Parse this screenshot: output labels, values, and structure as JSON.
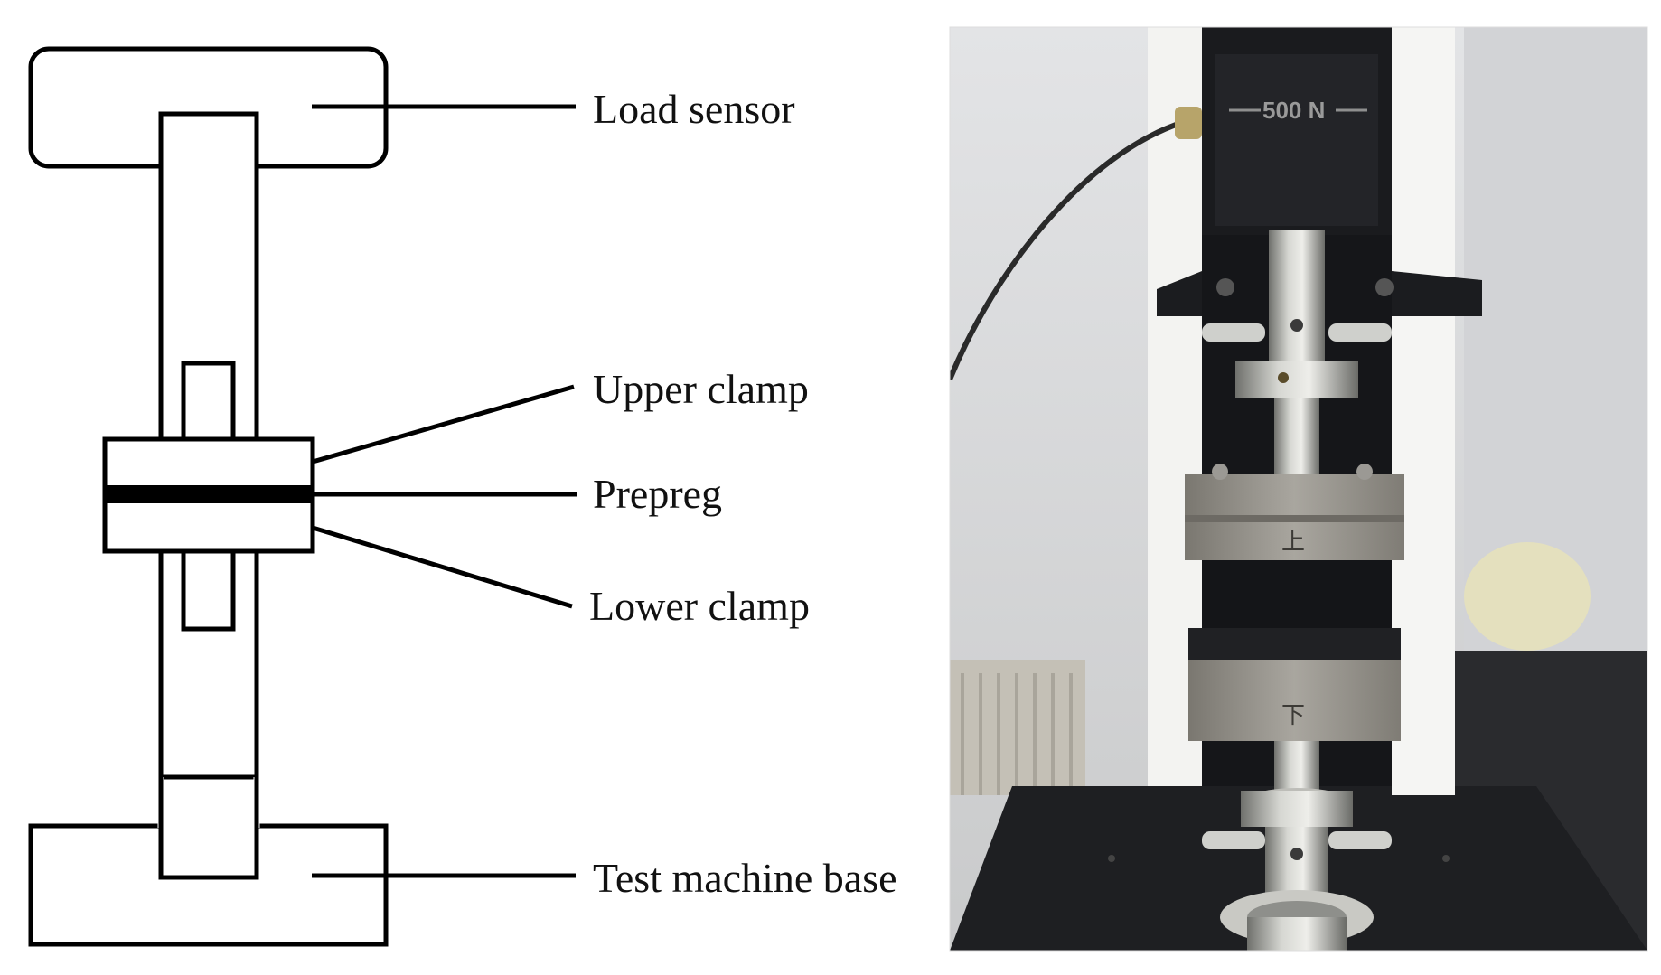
{
  "diagram": {
    "labels": {
      "load_sensor": "Load sensor",
      "upper_clamp": "Upper clamp",
      "prepreg": "Prepreg",
      "lower_clamp": "Lower clamp",
      "test_machine_base": "Test machine base"
    },
    "line_color": "#000000"
  },
  "photo": {
    "load_cell_marking": "500 N",
    "upper_clamp_mark": "上",
    "lower_clamp_mark": "下",
    "colors": {
      "wall": "#d9dadc",
      "column": "#f4f4f2",
      "machine_black": "#1c1d20",
      "steel": "#a8a9a4",
      "clamp_block": "#8f8c86"
    }
  }
}
